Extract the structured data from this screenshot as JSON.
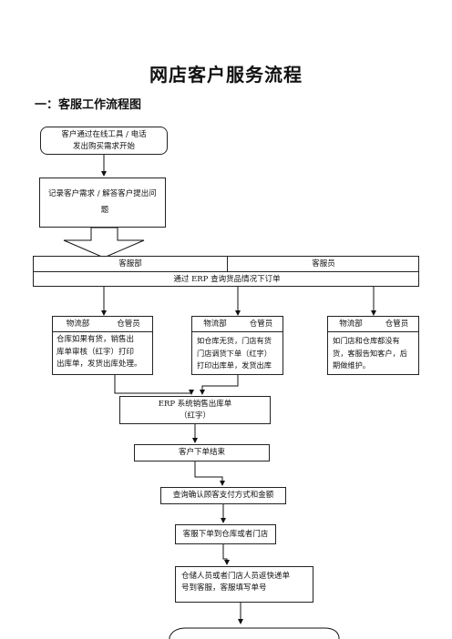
{
  "title": "网店客户服务流程",
  "section_heading": "一：客服工作流程图",
  "steps": {
    "start_line1": "客户通过在线工具 / 电话",
    "start_line2": "发出购买需求开始",
    "record_line1": "记录客户需求 / 解答客户提出问",
    "record_line2": "题",
    "dept": "客服部",
    "role": "客服员",
    "erp_query": "通过 ERP 查询货品情况下订单",
    "erp_out_line1": "ERP 系统销售出库单",
    "erp_out_line2": "（红字）",
    "order_end": "客户下单结束",
    "confirm_payment": "查询确认顾客支付方式和金额",
    "dispatch": "客服下单到仓库或者门店",
    "courier_line1": "仓储人员或者门店人员返快递单",
    "courier_line2": "号到客服，客服填写单号"
  },
  "branches": [
    {
      "dept": "物流部",
      "role": "仓管员",
      "text": [
        "仓库如果有货，销售出",
        "库单审核（红字）打印",
        "出库单，发货出库处理。"
      ]
    },
    {
      "dept": "物流部",
      "role": "仓管员",
      "text": [
        "如仓库无货，门店有货",
        "门店调货下单（红字）",
        "打印出库单，发货出库"
      ]
    },
    {
      "dept": "物流部",
      "role": "仓管员",
      "text": [
        "如门店和仓库都没有",
        "货，客服告知客户，后",
        "期做维护。"
      ]
    }
  ]
}
